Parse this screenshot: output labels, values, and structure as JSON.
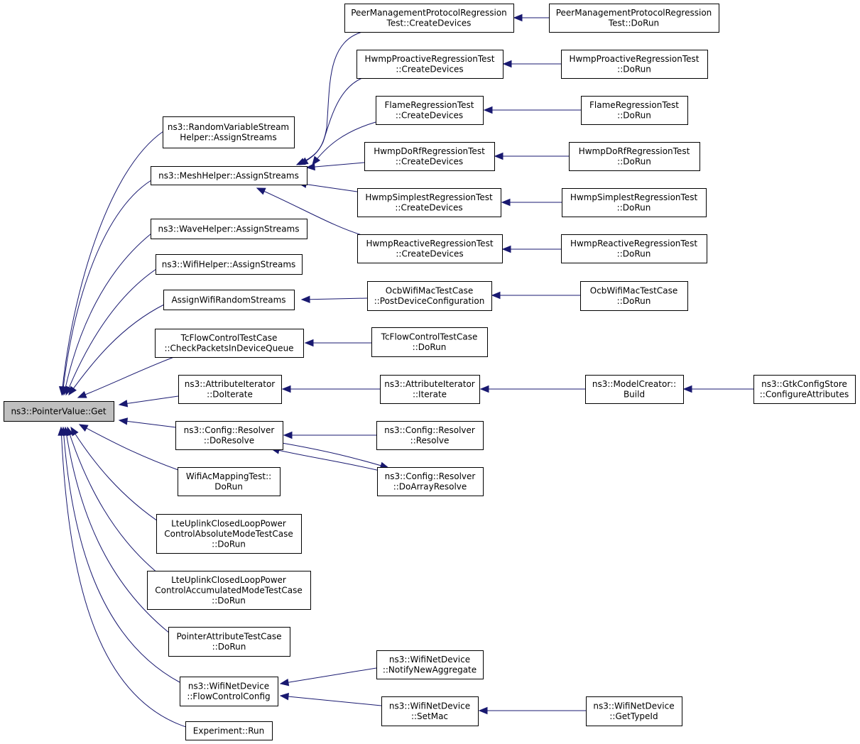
{
  "nodes": [
    {
      "id": "get",
      "lines": [
        "ns3::PointerValue::Get"
      ],
      "root": true
    },
    {
      "id": "rvs",
      "lines": [
        "ns3::RandomVariableStream",
        "Helper::AssignStreams"
      ]
    },
    {
      "id": "mesh",
      "lines": [
        "ns3::MeshHelper::AssignStreams"
      ]
    },
    {
      "id": "wave",
      "lines": [
        "ns3::WaveHelper::AssignStreams"
      ]
    },
    {
      "id": "wifih",
      "lines": [
        "ns3::WifiHelper::AssignStreams"
      ]
    },
    {
      "id": "awrs",
      "lines": [
        "AssignWifiRandomStreams"
      ]
    },
    {
      "id": "tcfc",
      "lines": [
        "TcFlowControlTestCase",
        "::CheckPacketsInDeviceQueue"
      ]
    },
    {
      "id": "attrdo",
      "lines": [
        "ns3::AttributeIterator",
        "::DoIterate"
      ]
    },
    {
      "id": "cfgdo",
      "lines": [
        "ns3::Config::Resolver",
        "::DoResolve"
      ]
    },
    {
      "id": "wifiac",
      "lines": [
        "WifiAcMappingTest::",
        "DoRun"
      ]
    },
    {
      "id": "lteabs",
      "lines": [
        "LteUplinkClosedLoopPower",
        "ControlAbsoluteModeTestCase",
        "::DoRun"
      ]
    },
    {
      "id": "lteacc",
      "lines": [
        "LteUplinkClosedLoopPower",
        "ControlAccumulatedModeTestCase",
        "::DoRun"
      ]
    },
    {
      "id": "ptrattr",
      "lines": [
        "PointerAttributeTestCase",
        "::DoRun"
      ]
    },
    {
      "id": "wndfc",
      "lines": [
        "ns3::WifiNetDevice",
        "::FlowControlConfig"
      ]
    },
    {
      "id": "exprun",
      "lines": [
        "Experiment::Run"
      ]
    },
    {
      "id": "pmpcd",
      "lines": [
        "PeerManagementProtocolRegression",
        "Test::CreateDevices"
      ]
    },
    {
      "id": "hpcd",
      "lines": [
        "HwmpProactiveRegressionTest",
        "::CreateDevices"
      ]
    },
    {
      "id": "flcd",
      "lines": [
        "FlameRegressionTest",
        "::CreateDevices"
      ]
    },
    {
      "id": "hdrcd",
      "lines": [
        "HwmpDoRfRegressionTest",
        "::CreateDevices"
      ]
    },
    {
      "id": "hscd",
      "lines": [
        "HwmpSimplestRegressionTest",
        "::CreateDevices"
      ]
    },
    {
      "id": "hrcd",
      "lines": [
        "HwmpReactiveRegressionTest",
        "::CreateDevices"
      ]
    },
    {
      "id": "ocbpdc",
      "lines": [
        "OcbWifiMacTestCase",
        "::PostDeviceConfiguration"
      ]
    },
    {
      "id": "tcfcrun",
      "lines": [
        "TcFlowControlTestCase",
        "::DoRun"
      ]
    },
    {
      "id": "attrit",
      "lines": [
        "ns3::AttributeIterator",
        "::Iterate"
      ]
    },
    {
      "id": "cfgres",
      "lines": [
        "ns3::Config::Resolver",
        "::Resolve"
      ]
    },
    {
      "id": "cfgarr",
      "lines": [
        "ns3::Config::Resolver",
        "::DoArrayResolve"
      ]
    },
    {
      "id": "wndnna",
      "lines": [
        "ns3::WifiNetDevice",
        "::NotifyNewAggregate"
      ]
    },
    {
      "id": "wndsm",
      "lines": [
        "ns3::WifiNetDevice",
        "::SetMac"
      ]
    },
    {
      "id": "pmprun",
      "lines": [
        "PeerManagementProtocolRegression",
        "Test::DoRun"
      ]
    },
    {
      "id": "hprun",
      "lines": [
        "HwmpProactiveRegressionTest",
        "::DoRun"
      ]
    },
    {
      "id": "flrun",
      "lines": [
        "FlameRegressionTest",
        "::DoRun"
      ]
    },
    {
      "id": "hdrrun",
      "lines": [
        "HwmpDoRfRegressionTest",
        "::DoRun"
      ]
    },
    {
      "id": "hsrun",
      "lines": [
        "HwmpSimplestRegressionTest",
        "::DoRun"
      ]
    },
    {
      "id": "hrrun",
      "lines": [
        "HwmpReactiveRegressionTest",
        "::DoRun"
      ]
    },
    {
      "id": "ocbrun",
      "lines": [
        "OcbWifiMacTestCase",
        "::DoRun"
      ]
    },
    {
      "id": "mcbuild",
      "lines": [
        "ns3::ModelCreator::",
        "Build"
      ]
    },
    {
      "id": "wndgti",
      "lines": [
        "ns3::WifiNetDevice",
        "::GetTypeId"
      ]
    },
    {
      "id": "gtkca",
      "lines": [
        "ns3::GtkConfigStore",
        "::ConfigureAttributes"
      ]
    }
  ],
  "edges": [
    {
      "from": "rvs",
      "to": "get"
    },
    {
      "from": "mesh",
      "to": "get"
    },
    {
      "from": "wave",
      "to": "get"
    },
    {
      "from": "wifih",
      "to": "get"
    },
    {
      "from": "awrs",
      "to": "get"
    },
    {
      "from": "tcfc",
      "to": "get"
    },
    {
      "from": "attrdo",
      "to": "get"
    },
    {
      "from": "cfgdo",
      "to": "get"
    },
    {
      "from": "wifiac",
      "to": "get"
    },
    {
      "from": "lteabs",
      "to": "get"
    },
    {
      "from": "lteacc",
      "to": "get"
    },
    {
      "from": "ptrattr",
      "to": "get"
    },
    {
      "from": "wndfc",
      "to": "get"
    },
    {
      "from": "exprun",
      "to": "get"
    },
    {
      "from": "pmpcd",
      "to": "mesh"
    },
    {
      "from": "hpcd",
      "to": "mesh"
    },
    {
      "from": "flcd",
      "to": "mesh"
    },
    {
      "from": "hdrcd",
      "to": "mesh"
    },
    {
      "from": "hscd",
      "to": "mesh"
    },
    {
      "from": "hrcd",
      "to": "mesh"
    },
    {
      "from": "ocbpdc",
      "to": "awrs"
    },
    {
      "from": "tcfcrun",
      "to": "tcfc"
    },
    {
      "from": "attrit",
      "to": "attrdo"
    },
    {
      "from": "cfgres",
      "to": "cfgdo"
    },
    {
      "from": "cfgarr",
      "to": "cfgdo"
    },
    {
      "from": "cfgdo",
      "to": "cfgarr"
    },
    {
      "from": "wndnna",
      "to": "wndfc"
    },
    {
      "from": "wndsm",
      "to": "wndfc"
    },
    {
      "from": "pmprun",
      "to": "pmpcd"
    },
    {
      "from": "hprun",
      "to": "hpcd"
    },
    {
      "from": "flrun",
      "to": "flcd"
    },
    {
      "from": "hdrrun",
      "to": "hdrcd"
    },
    {
      "from": "hsrun",
      "to": "hscd"
    },
    {
      "from": "hrrun",
      "to": "hrcd"
    },
    {
      "from": "ocbrun",
      "to": "ocbpdc"
    },
    {
      "from": "mcbuild",
      "to": "attrit"
    },
    {
      "from": "wndgti",
      "to": "wndsm"
    },
    {
      "from": "gtkca",
      "to": "mcbuild"
    }
  ]
}
